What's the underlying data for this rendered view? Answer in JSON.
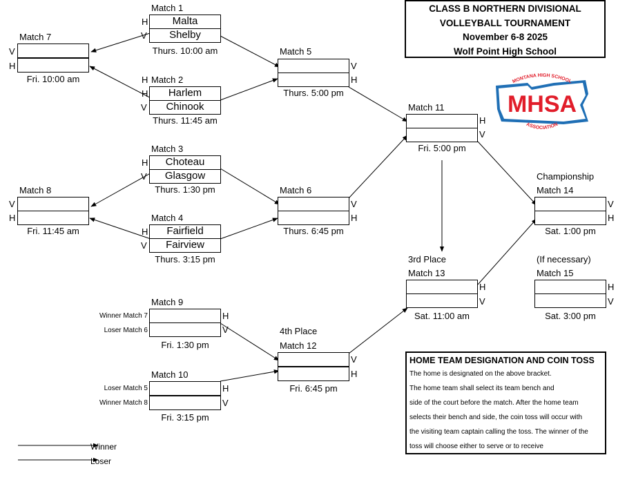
{
  "header": {
    "line1": "CLASS B NORTHERN DIVISIONAL",
    "line2": "VOLLEYBALL TOURNAMENT",
    "line3": "November 6-8 2025",
    "line4": "Wolf Point High School"
  },
  "logo": {
    "text": "MHSA",
    "top_arc": "MONTANA HIGH SCHOOL",
    "bottom_arc": "ASSOCIATION",
    "color": "#e11d2a",
    "shape_color": "#1f6fb5"
  },
  "matches": {
    "m1": {
      "label": "Match 1",
      "team1": "Malta",
      "team2": "Shelby",
      "time": "Thurs. 10:00 am"
    },
    "m2": {
      "label": "Match 2",
      "team1": "Harlem",
      "team2": "Chinook",
      "time": "Thurs. 11:45 am"
    },
    "m3": {
      "label": "Match 3",
      "team1": "Choteau",
      "team2": "Glasgow",
      "time": "Thurs. 1:30 pm"
    },
    "m4": {
      "label": "Match 4",
      "team1": "Fairfield",
      "team2": "Fairview",
      "time": "Thurs. 3:15 pm"
    },
    "m5": {
      "label": "Match 5",
      "time": "Thurs. 5:00 pm"
    },
    "m6": {
      "label": "Match 6",
      "time": "Thurs. 6:45 pm"
    },
    "m7": {
      "label": "Match 7",
      "time": "Fri. 10:00 am"
    },
    "m8": {
      "label": "Match 8",
      "time": "Fri. 11:45 am"
    },
    "m9": {
      "label": "Match 9",
      "time": "Fri. 1:30 pm",
      "side1": "Winner Match 7",
      "side2": "Loser Match 6"
    },
    "m10": {
      "label": "Match 10",
      "time": "Fri. 3:15 pm",
      "side1": "Loser Match 5",
      "side2": "Winner Match 8"
    },
    "m11": {
      "label": "Match 11",
      "time": "Fri. 5:00 pm"
    },
    "m12": {
      "label": "Match 12",
      "sub": "4th Place",
      "time": "Fri. 6:45 pm"
    },
    "m13": {
      "label": "Match 13",
      "sub": "3rd Place",
      "time": "Sat. 11:00 am"
    },
    "m14": {
      "label": "Match 14",
      "sub": "Championship",
      "time": "Sat. 1:00 pm"
    },
    "m15": {
      "label": "Match 15",
      "sub": "(If necessary)",
      "time": "Sat. 3:00 pm"
    }
  },
  "designations": {
    "home": "H",
    "visitor": "V"
  },
  "note": {
    "title": "HOME TEAM DESIGNATION AND COIN TOSS",
    "lines": [
      "The home is designated on the above bracket.",
      "The home team shall select its team bench and",
      "side of the court before the match.  After the home team",
      "selects their bench and side, the coin toss will occur with",
      "the visiting team captain calling the toss.  The winner of the",
      "toss will choose either to serve or to receive"
    ]
  },
  "legend": {
    "winner": "Winner",
    "loser": "Loser"
  }
}
